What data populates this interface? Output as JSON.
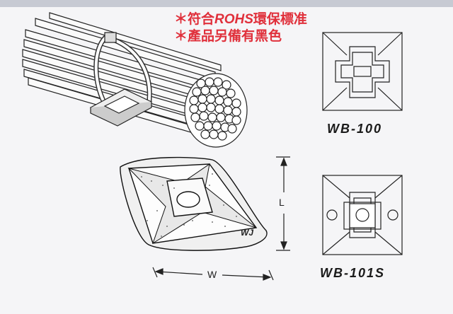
{
  "notes": [
    {
      "prefix": "＊符合",
      "em": "ROHS",
      "suffix": "環保標准"
    },
    {
      "prefix": "＊產品另備有黑色",
      "em": "",
      "suffix": ""
    }
  ],
  "models": [
    "WB-100",
    "WB-101S"
  ],
  "dimensions": {
    "length": "L",
    "width": "W"
  },
  "mark": "WJ"
}
